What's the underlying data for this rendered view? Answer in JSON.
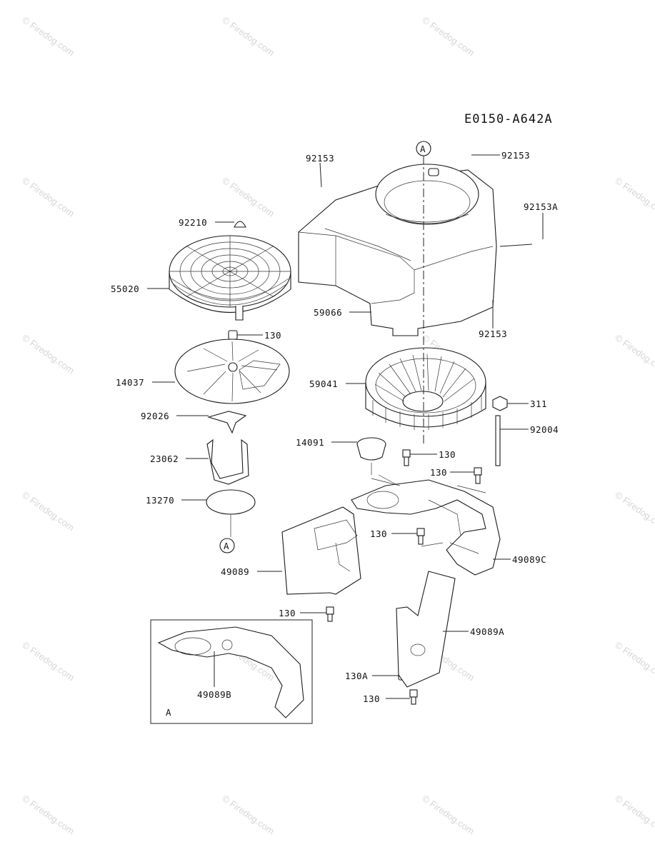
{
  "diagram_code": "E0150-A642A",
  "ref_marker": "A",
  "inset_label": "A",
  "watermark": "© Firedog.com",
  "parts": {
    "p92153_top_left": "92153",
    "p92153_top_right": "92153",
    "p92153A": "92153A",
    "p92153_right": "92153",
    "p92210": "92210",
    "p55020": "55020",
    "p59066": "59066",
    "p130_screen": "130",
    "p14037": "14037",
    "p59041": "59041",
    "p311": "311",
    "p92026": "92026",
    "p92004": "92004",
    "p14091": "14091",
    "p130_a": "130",
    "p23062": "23062",
    "p130_b": "130",
    "p13270": "13270",
    "p130_c": "130",
    "p49089": "49089",
    "p49089C": "49089C",
    "p130_d": "130",
    "p49089A": "49089A",
    "p49089B": "49089B",
    "p130A": "130A",
    "p130_e": "130"
  }
}
